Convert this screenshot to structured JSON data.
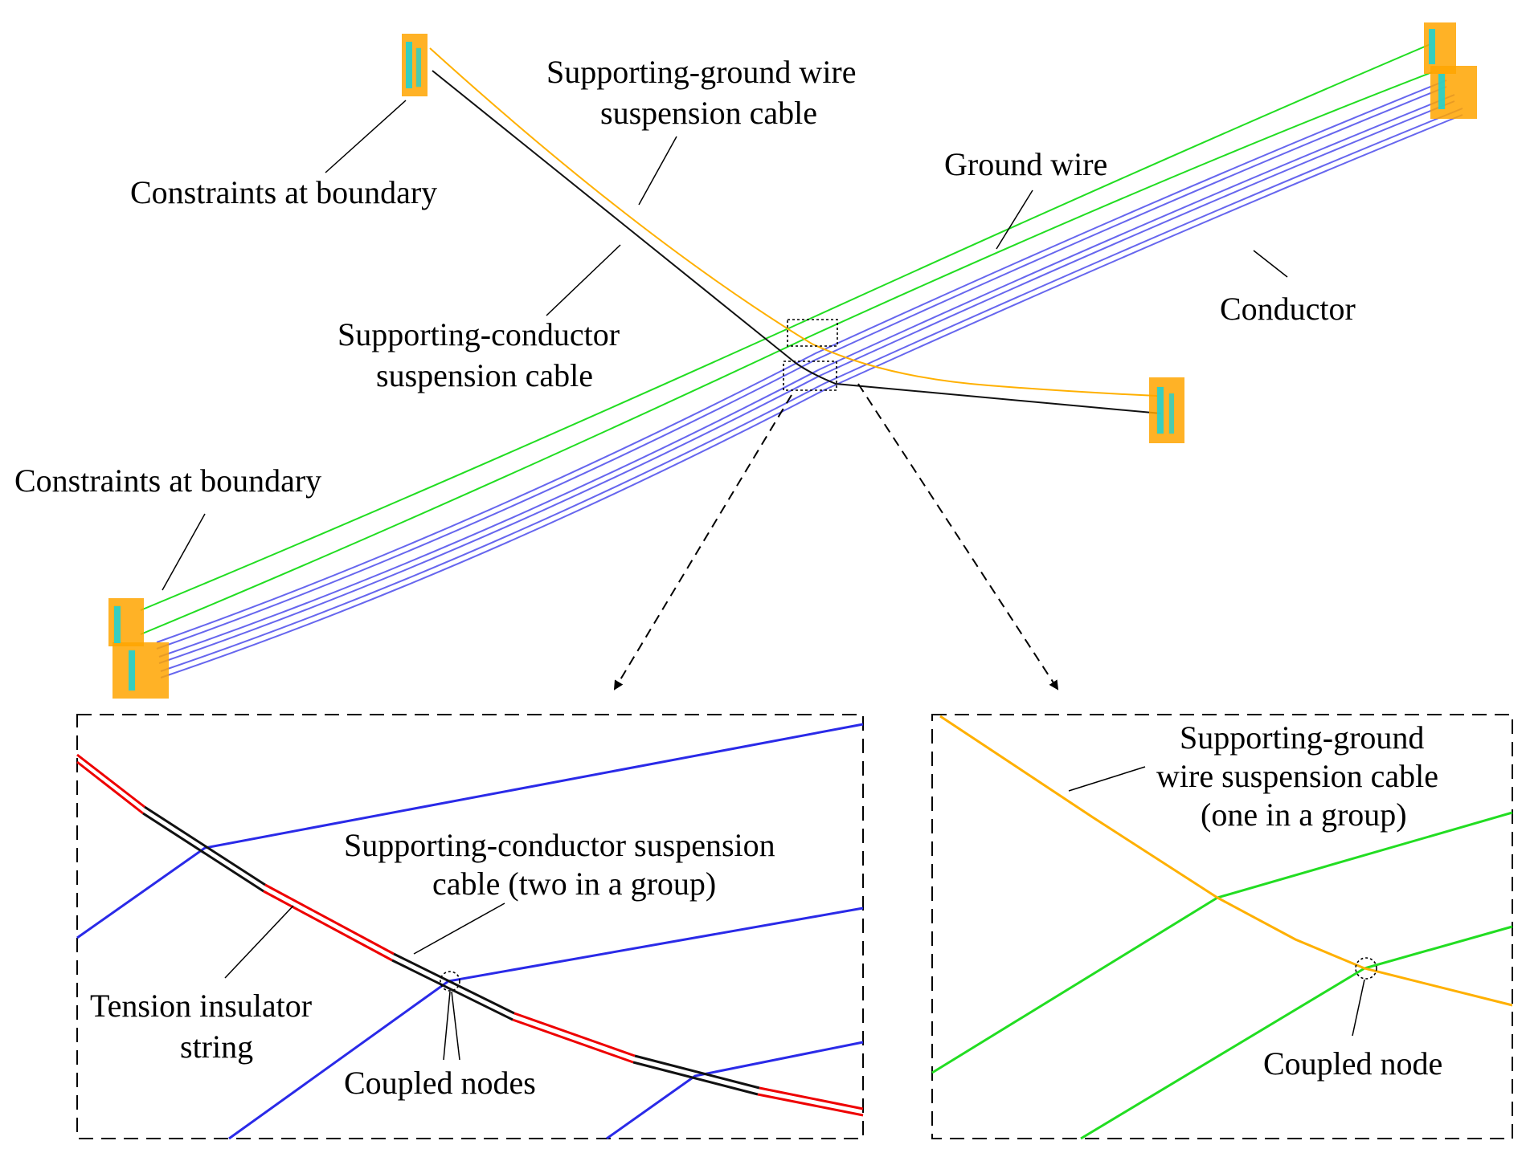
{
  "labels": {
    "constraints_top": "Constraints at boundary",
    "constraints_bottom": "Constraints at boundary",
    "sg_cable_line1": "Supporting-ground wire",
    "sg_cable_line2": "suspension cable",
    "ground_wire": "Ground wire",
    "conductor": "Conductor",
    "sc_cable_line1": "Supporting-conductor",
    "sc_cable_line2": "suspension cable"
  },
  "left_detail": {
    "sc_label_line1": "Supporting-conductor suspension",
    "sc_label_line2": "cable (two in a group)",
    "insulator_line1": "Tension insulator",
    "insulator_line2": "string",
    "coupled_nodes": "Coupled nodes"
  },
  "right_detail": {
    "sg_label_line1": "Supporting-ground",
    "sg_label_line2": "wire suspension cable",
    "sg_label_line3": "(one in a group)",
    "coupled_node": "Coupled node"
  },
  "colors": {
    "ground_wire": "#22dd22",
    "conductor": "#6666ee",
    "conductor_detail": "#2a2ae8",
    "sg_cable": "#ffb000",
    "insulator": "#ee0000",
    "constraint_orange": "#ffa500",
    "constraint_cyan": "#20d0d0"
  }
}
